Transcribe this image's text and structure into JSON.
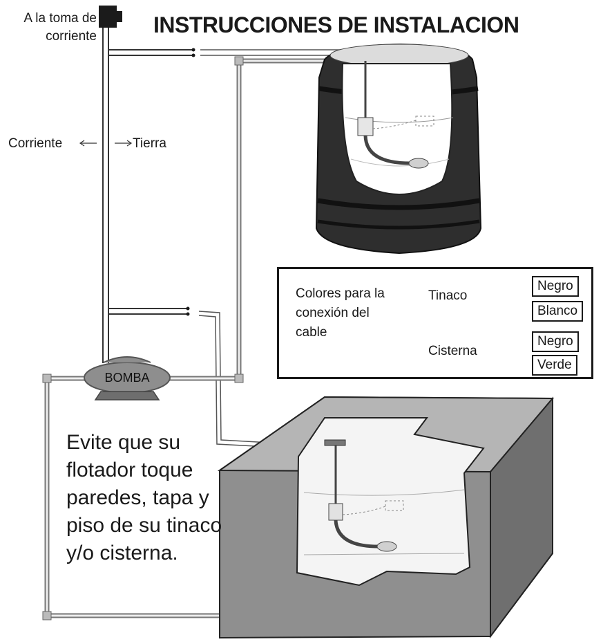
{
  "title": "INSTRUCCIONES DE INSTALACION",
  "outlet_label": "A la toma de corriente",
  "wire_labels": {
    "current": "Corriente",
    "ground": "Tierra"
  },
  "pump_label": "BOMBA",
  "legend": {
    "heading": "Colores para la conexión del cable",
    "groups": [
      {
        "name": "Tinaco",
        "colors": [
          "Negro",
          "Blanco"
        ]
      },
      {
        "name": "Cisterna",
        "colors": [
          "Negro",
          "Verde"
        ]
      }
    ]
  },
  "note": "Evite que su flotador toque paredes, tapa y piso de su tinaco y/o cisterna."
}
